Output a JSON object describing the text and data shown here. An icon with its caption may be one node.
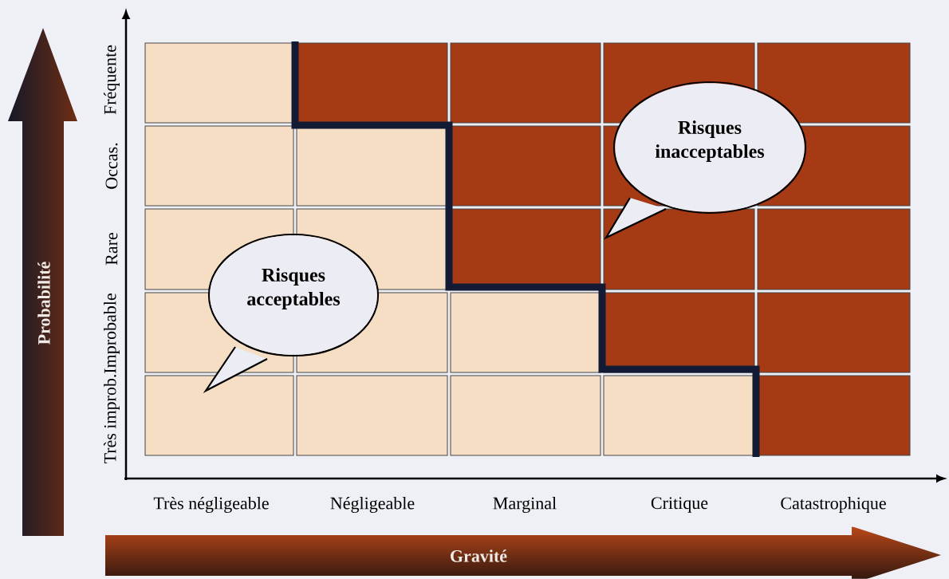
{
  "diagram": {
    "nodes": [
      {
        "text": [
          "Probabilité"
        ]
      },
      {
        "text": [
          "Risques inacceptables"
        ]
      },
      {
        "text": [
          "Risques acceptables"
        ]
      },
      {
        "text": [
          "Gravité"
        ]
      }
    ],
    "labels": [
      "Très improb.",
      "Improbable",
      "Rare",
      "Occas.",
      "Fréquente",
      "Très négligeable",
      "Négligeable",
      "Marginal",
      "Critique",
      "Catastrophique"
    ]
  }
}
